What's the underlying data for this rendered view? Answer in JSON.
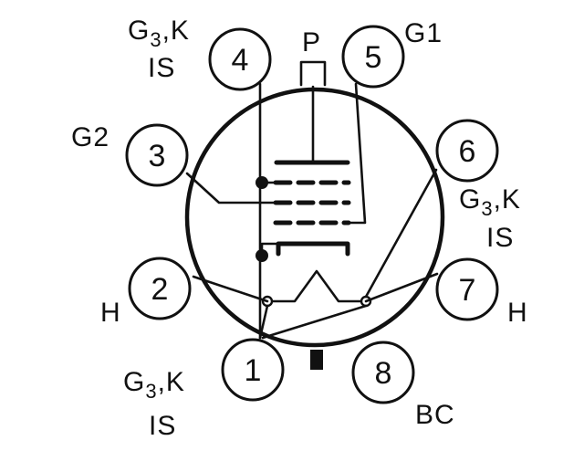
{
  "labels": {
    "plate": "P",
    "g1": "G1",
    "g2": "G2",
    "pin4": {
      "line1_main": "G",
      "line1_sub": "3",
      "line1_rest": ",K",
      "line2": "IS"
    },
    "pin6": {
      "line1_main": "G",
      "line1_sub": "3",
      "line1_rest": ",K",
      "line2": "IS"
    },
    "pin1": {
      "line1_main": "G",
      "line1_sub": "3",
      "line1_rest": ",K",
      "line2": "IS"
    },
    "heater_left": "H",
    "heater_right": "H",
    "base_connection": "BC"
  },
  "pins": [
    {
      "number": "1"
    },
    {
      "number": "2"
    },
    {
      "number": "3"
    },
    {
      "number": "4"
    },
    {
      "number": "5"
    },
    {
      "number": "6"
    },
    {
      "number": "7"
    },
    {
      "number": "8"
    }
  ]
}
